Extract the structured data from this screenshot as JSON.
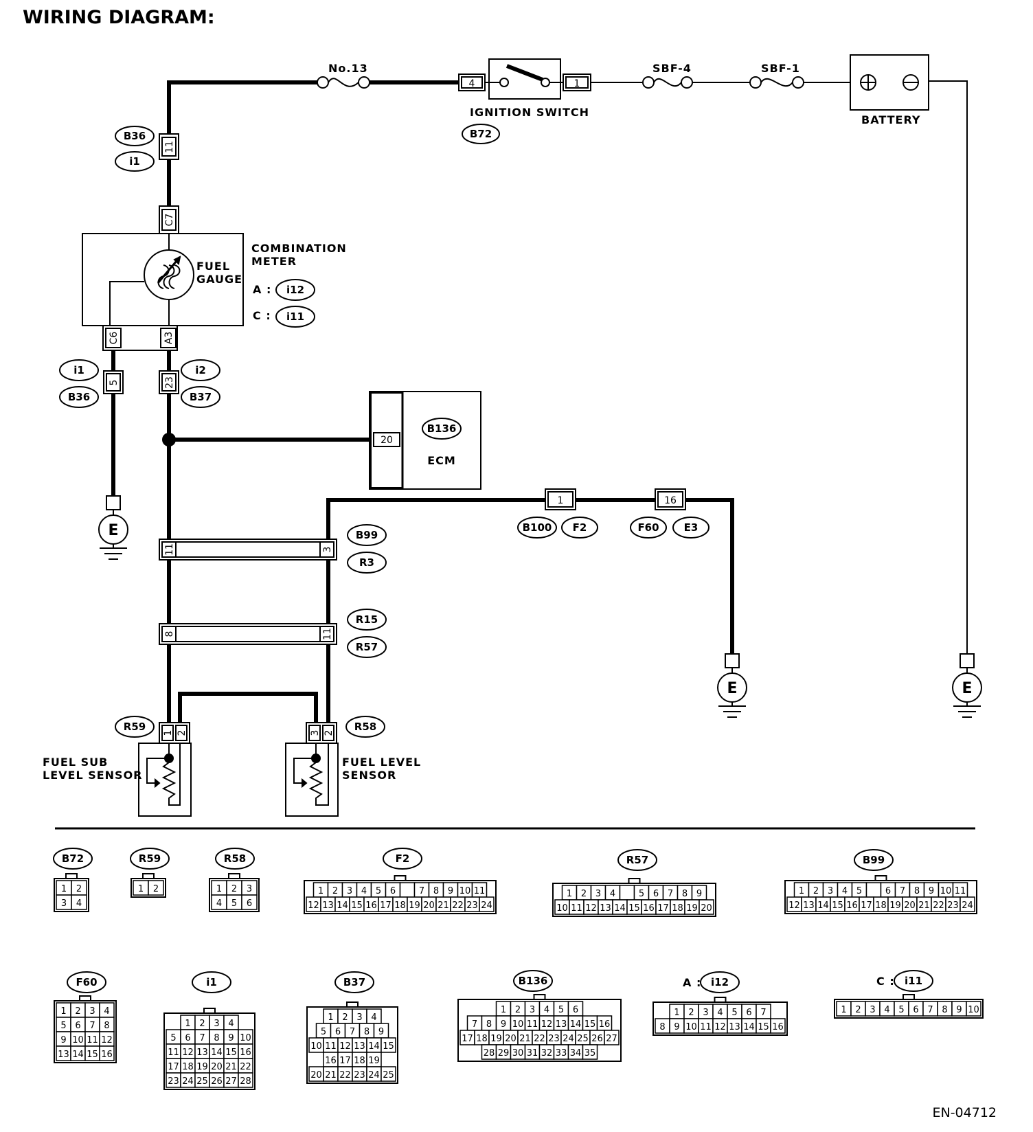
{
  "title": "WIRING DIAGRAM:",
  "figure_code": "EN-04712",
  "components": {
    "fuse_no13": "No.13",
    "ignition_switch": "IGNITION SWITCH",
    "ignition_connector": "B72",
    "ignition_pin_in": "4",
    "ignition_pin_out": "1",
    "sbf4": "SBF-4",
    "sbf1": "SBF-1",
    "battery": "BATTERY",
    "combination_meter_1": "COMBINATION",
    "combination_meter_2": "METER",
    "fuel_gauge_1": "FUEL",
    "fuel_gauge_2": "GAUGE",
    "meter_a_prefix": "A :",
    "meter_a_conn": "i12",
    "meter_c_prefix": "C :",
    "meter_c_conn": "i11",
    "ecm": "ECM",
    "ecm_conn": "B136",
    "ecm_pin": "20",
    "fuel_sub_1": "FUEL SUB",
    "fuel_sub_2": "LEVEL SENSOR",
    "fuel_level_1": "FUEL LEVEL",
    "fuel_level_2": "SENSOR",
    "ground": "E"
  },
  "pins": {
    "b36_11": "11",
    "c7": "C7",
    "c6": "C6",
    "a3": "A3",
    "i1_5": "5",
    "i2_23": "23",
    "b99_left": "11",
    "b99_right": "3",
    "r15_left": "8",
    "r15_right": "11",
    "b100_1": "1",
    "f60_16": "16",
    "r59_1": "1",
    "r59_2": "2",
    "r58_3": "3",
    "r58_2": "2"
  },
  "ovals": {
    "b36_top": "B36",
    "i1_top": "i1",
    "i1_mid": "i1",
    "b36_mid": "B36",
    "i2_mid": "i2",
    "b37_mid": "B37",
    "b99": "B99",
    "r3": "R3",
    "r15": "R15",
    "r57": "R57",
    "b100": "B100",
    "f2": "F2",
    "f60": "F60",
    "e3": "E3",
    "r59": "R59",
    "r58": "R58"
  },
  "connector_legend": [
    {
      "label": "B72",
      "rows": [
        [
          "1",
          "2"
        ],
        [
          "3",
          "4"
        ]
      ]
    },
    {
      "label": "R59",
      "rows": [
        [
          "1",
          "2"
        ]
      ]
    },
    {
      "label": "R58",
      "rows": [
        [
          "1",
          "2",
          "3"
        ],
        [
          "4",
          "5",
          "6"
        ]
      ]
    },
    {
      "label": "F2",
      "rows": [
        [
          "1",
          "2",
          "3",
          "4",
          "5",
          "6",
          "",
          "7",
          "8",
          "9",
          "10",
          "11"
        ],
        [
          "12",
          "13",
          "14",
          "15",
          "16",
          "17",
          "18",
          "19",
          "20",
          "21",
          "22",
          "23",
          "24"
        ]
      ]
    },
    {
      "label": "R57",
      "rows": [
        [
          "1",
          "2",
          "3",
          "4",
          "",
          "5",
          "6",
          "7",
          "8",
          "9"
        ],
        [
          "10",
          "11",
          "12",
          "13",
          "14",
          "15",
          "16",
          "17",
          "18",
          "19",
          "20"
        ]
      ]
    },
    {
      "label": "B99",
      "rows": [
        [
          "1",
          "2",
          "3",
          "4",
          "5",
          "",
          "6",
          "7",
          "8",
          "9",
          "10",
          "11"
        ],
        [
          "12",
          "13",
          "14",
          "15",
          "16",
          "17",
          "18",
          "19",
          "20",
          "21",
          "22",
          "23",
          "24"
        ]
      ]
    },
    {
      "label": "F60",
      "rows": [
        [
          "1",
          "2",
          "3",
          "4"
        ],
        [
          "5",
          "6",
          "7",
          "8"
        ],
        [
          "9",
          "10",
          "11",
          "12"
        ],
        [
          "13",
          "14",
          "15",
          "16"
        ]
      ]
    },
    {
      "label": "i1",
      "rows": [
        [
          "1",
          "2",
          "3",
          "4"
        ],
        [
          "5",
          "6",
          "7",
          "8",
          "9",
          "10"
        ],
        [
          "11",
          "12",
          "13",
          "14",
          "15",
          "16"
        ],
        [
          "17",
          "18",
          "19",
          "20",
          "21",
          "22"
        ],
        [
          "23",
          "24",
          "25",
          "26",
          "27",
          "28"
        ]
      ]
    },
    {
      "label": "B37",
      "rows": [
        [
          "1",
          "2",
          "3",
          "4"
        ],
        [
          "5",
          "6",
          "7",
          "8",
          "9"
        ],
        [
          "10",
          "11",
          "12",
          "13",
          "14",
          "15"
        ],
        [
          "16",
          "17",
          "18",
          "19"
        ],
        [
          "20",
          "21",
          "22",
          "23",
          "24",
          "25"
        ]
      ]
    },
    {
      "label": "B136",
      "rows": [
        [
          "1",
          "2",
          "3",
          "4",
          "5",
          "6"
        ],
        [
          "7",
          "8",
          "9",
          "10",
          "11",
          "12",
          "13",
          "14",
          "15",
          "16"
        ],
        [
          "17",
          "18",
          "19",
          "20",
          "21",
          "22",
          "23",
          "24",
          "25",
          "26",
          "27"
        ],
        [
          "28",
          "29",
          "30",
          "31",
          "32",
          "33",
          "34",
          "35"
        ]
      ]
    },
    {
      "label": "i12",
      "prefix": "A :",
      "rows": [
        [
          "1",
          "2",
          "3",
          "4",
          "5",
          "6",
          "7"
        ],
        [
          "8",
          "9",
          "10",
          "11",
          "12",
          "13",
          "14",
          "15",
          "16"
        ]
      ]
    },
    {
      "label": "i11",
      "prefix": "C :",
      "rows": [
        [
          "1",
          "2",
          "3",
          "4",
          "5",
          "6",
          "7",
          "8",
          "9",
          "10"
        ]
      ]
    }
  ]
}
